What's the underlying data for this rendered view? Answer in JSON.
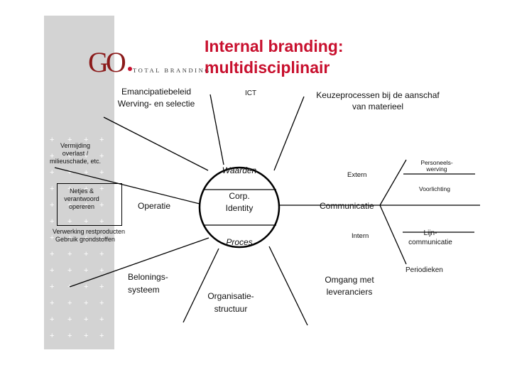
{
  "title": {
    "line1": "Internal branding:",
    "line2": "multidisciplinair"
  },
  "logo": {
    "mark": "GO",
    "tagline": "TOTAL BRANDING"
  },
  "center": {
    "top": "Waarden",
    "middle_line1": "Corp.",
    "middle_line2": "Identity",
    "bottom": "Proces"
  },
  "spokes": {
    "recruitment_line1": "Emancipatiebeleid",
    "recruitment_line2": "Werving- en selectie",
    "ict": "ICT",
    "purchasing_line1": "Keuzeprocessen bij de aanschaf",
    "purchasing_line2": "van materieel",
    "operations": "Operatie",
    "communication": "Communicatie",
    "rewards_line1": "Belonings-",
    "rewards_line2": "systeem",
    "organisation_line1": "Organisatie-",
    "organisation_line2": "structuur",
    "suppliers_line1": "Omgang met",
    "suppliers_line2": "leveranciers"
  },
  "communication_details": {
    "extern": "Extern",
    "intern": "Intern",
    "personnel_line1": "Personeels-",
    "personnel_line2": "werving",
    "voorlichting": "Voorlichting",
    "line_line1": "Lijn-",
    "line_line2": "communicatie",
    "periodieken": "Periodieken"
  },
  "operations_details": {
    "nuisance_line1": "Vermijding",
    "nuisance_line2": "overlast /",
    "nuisance_line3": "milieuschade, etc.",
    "responsible_line1": "Netjes &",
    "responsible_line2": "verantwoord",
    "responsible_line3": "opereren",
    "residual_line1": "Verwerking restproducten",
    "residual_line2": "Gebruik grondstoffen"
  },
  "colors": {
    "title": "#c8102e",
    "logo": "#8b1a1a",
    "sidebar": "#d3d3d3",
    "lines": "#000000"
  }
}
